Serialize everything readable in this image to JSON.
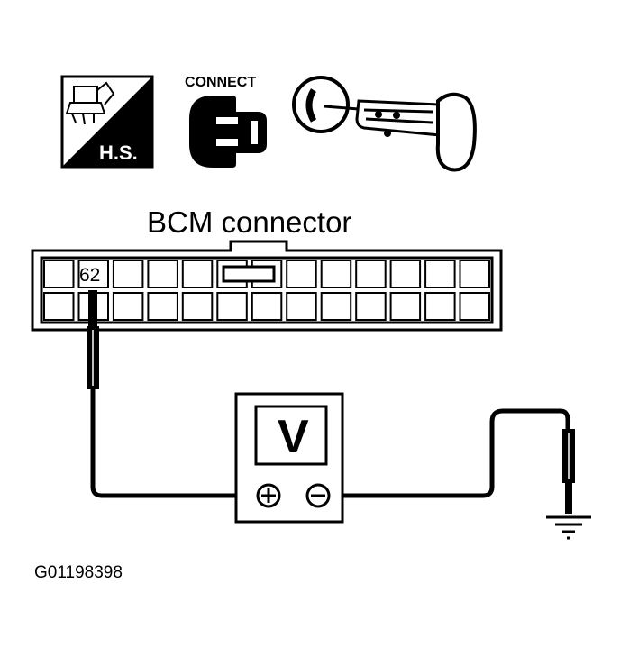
{
  "icons": {
    "hs_label": "H.S.",
    "connect_label": "CONNECT",
    "hs_icon": "harness-disconnect-icon",
    "connector_icon": "connector-connect-icon",
    "key_icon": "ignition-key-icon"
  },
  "connector": {
    "title": "BCM connector",
    "pin_label": "62"
  },
  "voltmeter": {
    "display_label": "V",
    "positive_icon": "plus-terminal-icon",
    "negative_icon": "minus-terminal-icon"
  },
  "ground_icon": "ground-symbol-icon",
  "figure_code": "G01198398"
}
